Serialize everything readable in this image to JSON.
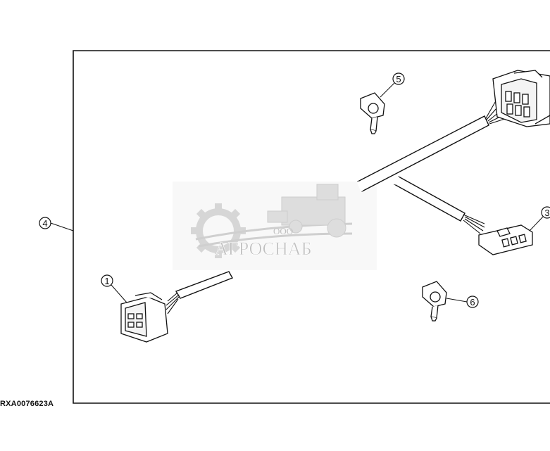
{
  "figure": {
    "id": "RXA0076623A"
  },
  "callouts": [
    {
      "number": "1",
      "part": "connector"
    },
    {
      "number": "3",
      "part": "connector"
    },
    {
      "number": "4",
      "part": "harness"
    },
    {
      "number": "5",
      "part": "clamp"
    },
    {
      "number": "6",
      "part": "clamp"
    }
  ],
  "watermark": {
    "prefix": "ООО",
    "name": "АГРОСНАБ"
  },
  "colors": {
    "line": "#111111",
    "watermark": "#9a9a9a",
    "background": "#ffffff"
  }
}
